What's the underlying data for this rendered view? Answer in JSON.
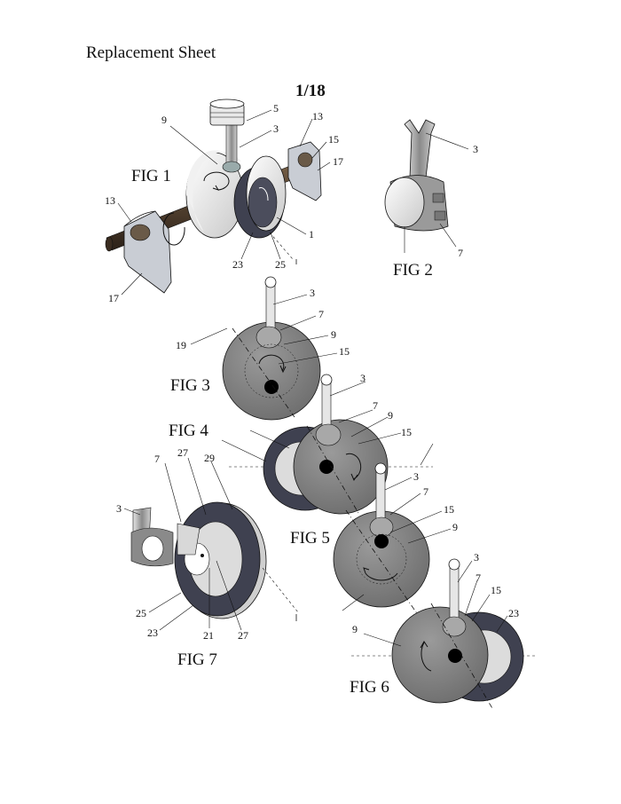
{
  "header": {
    "title": "Replacement Sheet",
    "sheet_number": "1/18"
  },
  "figures": {
    "fig1": {
      "title": "FIG  1",
      "labels": [
        "9",
        "5",
        "3",
        "13",
        "15",
        "17",
        "13",
        "17",
        "1",
        "23",
        "25"
      ]
    },
    "fig2": {
      "title": "FIG  2",
      "labels": [
        "3",
        "7"
      ]
    },
    "fig3": {
      "title": "FIG  3",
      "labels": [
        "3",
        "7",
        "9",
        "15",
        "19"
      ]
    },
    "fig4": {
      "title": "FIG  4",
      "labels": [
        "3",
        "7",
        "9",
        "15"
      ]
    },
    "fig5": {
      "title": "FIG  5",
      "labels": [
        "3",
        "7",
        "15",
        "9"
      ]
    },
    "fig6": {
      "title": "FIG  6",
      "labels": [
        "3",
        "7",
        "15",
        "23",
        "9"
      ]
    },
    "fig7": {
      "title": "FIG  7",
      "labels": [
        "7",
        "27",
        "29",
        "3",
        "25",
        "23",
        "21",
        "27"
      ]
    }
  },
  "colors": {
    "disc_gray": "#8a8a8a",
    "dark_ring": "#3f4150",
    "shaft": "#4a3a2a",
    "support": "#c9cdd4",
    "line": "#111111"
  }
}
